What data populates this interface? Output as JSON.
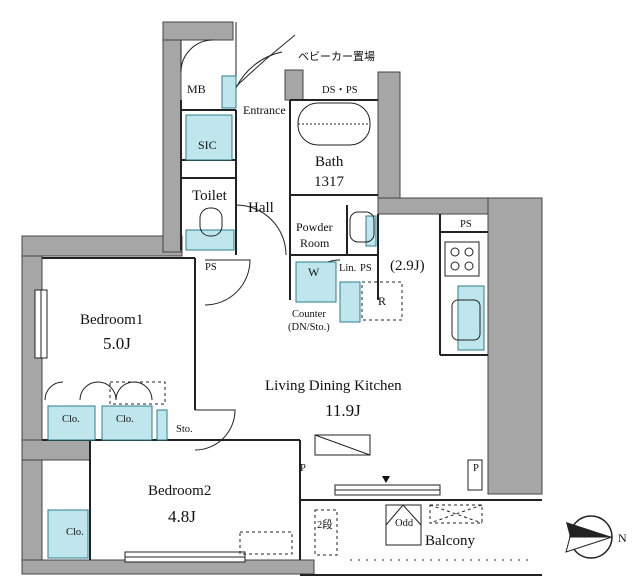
{
  "rooms": {
    "mb": "MB",
    "baby_stroller": "ベビーカー置場",
    "dsps": "DS・PS",
    "entrance": "Entrance",
    "sic": "SIC",
    "bath": "Bath",
    "bath_size": "1317",
    "toilet": "Toilet",
    "hall": "Hall",
    "powder_room_1": "Powder",
    "powder_room_2": "Room",
    "ps_right": "PS",
    "ps_small": "PS",
    "ps_lin": "PS",
    "w": "W",
    "lin": "Lin.",
    "kitchen_area": "(2.9J)",
    "r": "R",
    "counter_1": "Counter",
    "counter_2": "(DN/Sto.)",
    "bedroom1": "Bedroom1",
    "bedroom1_area": "5.0J",
    "ldk": "Living Dining Kitchen",
    "ldk_area": "11.9J",
    "clo1": "Clo.",
    "clo2": "Clo.",
    "sto": "Sto.",
    "bedroom2": "Bedroom2",
    "bedroom2_area": "4.8J",
    "clo3": "Clo.",
    "p_left": "P",
    "p_right": "P",
    "step": "2段",
    "odd": "Odd",
    "balcony": "Balcony",
    "north": "N"
  },
  "colors": {
    "wall": "#a6a6a6",
    "wall_edge": "#444444",
    "storage": "#bfe6ec",
    "storage_edge": "#2b7f8f",
    "line": "#222222"
  }
}
